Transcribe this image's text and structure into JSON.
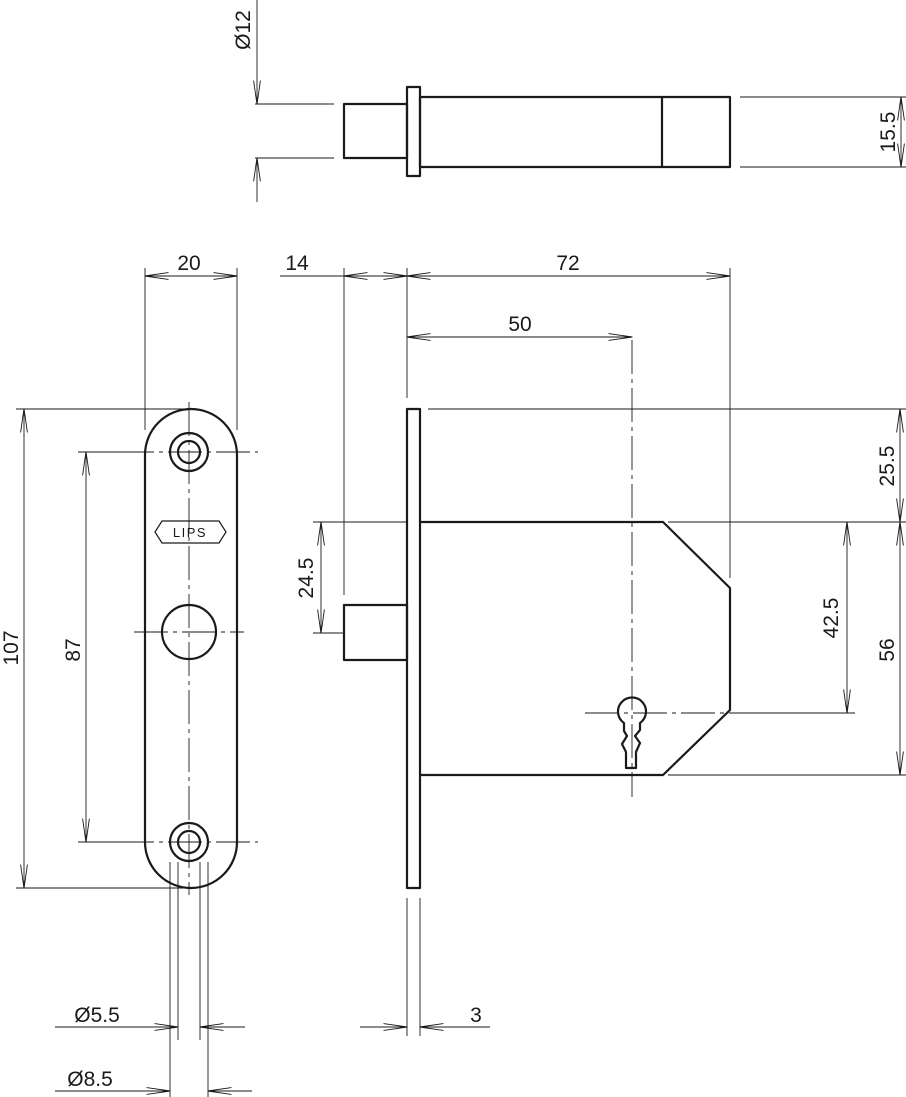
{
  "dimensions": {
    "bolt_diameter": "Ø12",
    "bolt_height": "15.5",
    "plate_width": "20",
    "bolt_throw": "14",
    "total_depth": "72",
    "backset": "50",
    "top_offset": "25.5",
    "bolt_offset": "24.5",
    "key_center": "42.5",
    "case_height": "56",
    "plate_length": "107",
    "hole_spacing": "87",
    "hole_diameter": "Ø5.5",
    "countersink_diameter": "Ø8.5",
    "plate_thickness": "3"
  },
  "logo": {
    "text": "LIPS"
  }
}
